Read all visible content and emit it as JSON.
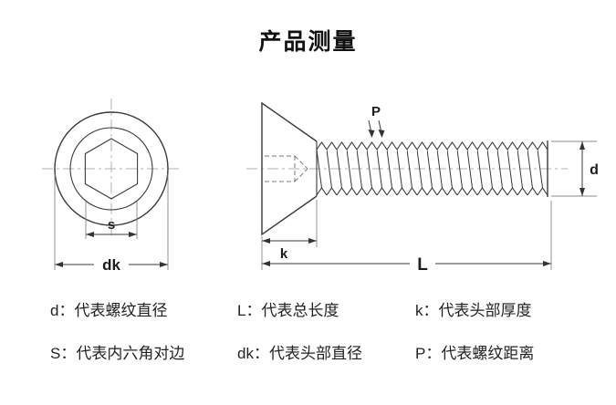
{
  "title": "产品测量",
  "dimensions": {
    "s": "s",
    "dk": "dk",
    "p": "P",
    "d": "d",
    "k": "k",
    "l": "L"
  },
  "legend": {
    "items": [
      "d：代表螺纹直径",
      "L：代表总长度",
      "k：代表头部厚度",
      "S：代表内六角对边",
      "dk：代表头部直径",
      "P：代表螺纹距离"
    ]
  },
  "colors": {
    "background": "#ffffff",
    "line": "#3a3a3a",
    "centerline": "#b0b0b0",
    "text": "#222222"
  }
}
